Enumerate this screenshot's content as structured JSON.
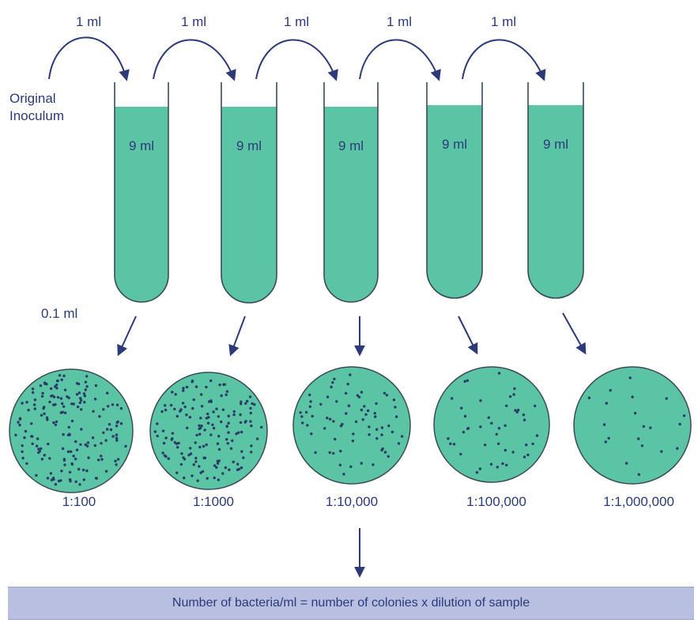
{
  "transfer_volume": "1 ml",
  "original_label_line1": "Original",
  "original_label_line2": "Inoculum",
  "tube_volume": "9 ml",
  "plating_volume": "0.1 ml",
  "dilutions": [
    "1:100",
    "1:1000",
    "1:10,000",
    "1:100,000",
    "1:1,000,000"
  ],
  "colony_density": [
    170,
    150,
    70,
    45,
    20
  ],
  "formula": "Number of bacteria/ml = number of colonies x dilution of sample",
  "colors": {
    "medium": "#5bc4a4",
    "ink": "#2c3a7a",
    "colony": "#2a3a66",
    "formula_bg": "#b8bfe0"
  }
}
